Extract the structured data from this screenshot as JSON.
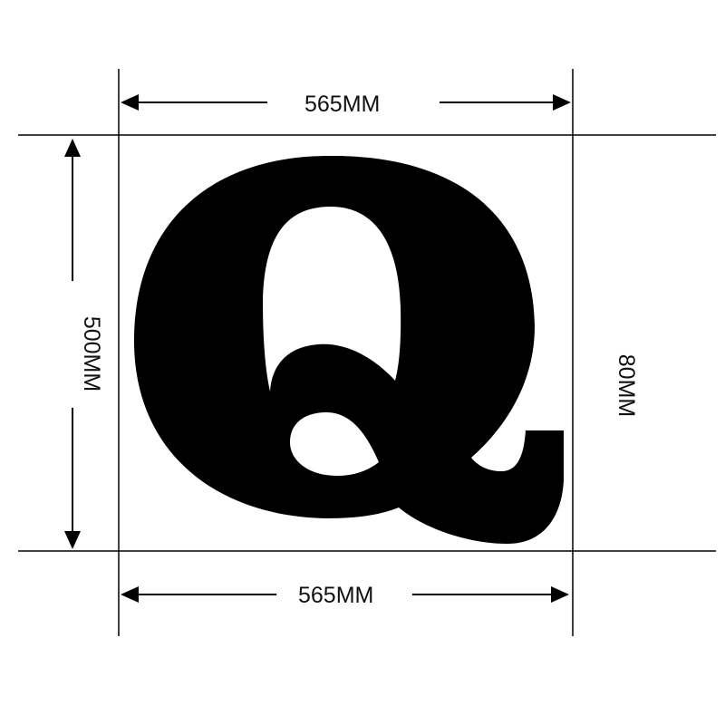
{
  "diagram": {
    "letter": "Q",
    "dimensions": {
      "top_width": "565MM",
      "bottom_width": "565MM",
      "height": "500MM",
      "thickness": "80MM"
    }
  },
  "colors": {
    "ink": "#000000",
    "background": "#ffffff"
  }
}
